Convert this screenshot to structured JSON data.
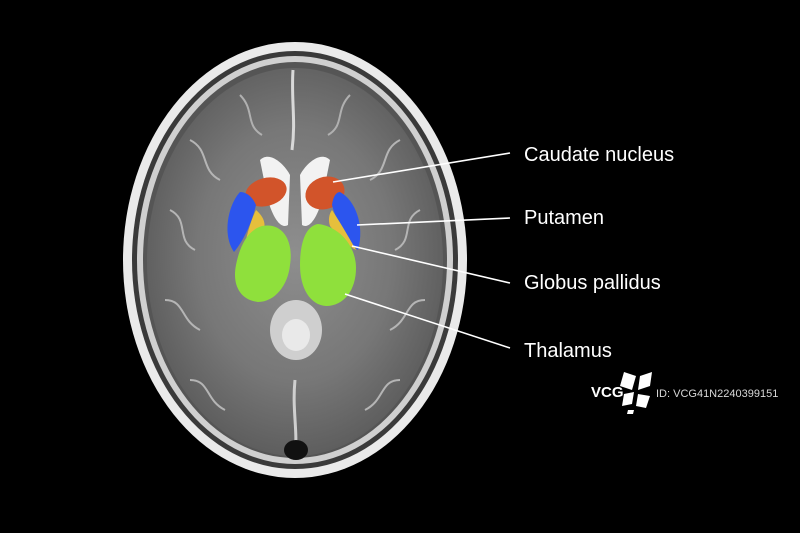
{
  "labels": {
    "caudate": "Caudate nucleus",
    "putamen": "Putamen",
    "globus": "Globus pallidus",
    "thalamus": "Thalamus"
  },
  "watermark": {
    "brand": "VCG",
    "id": "ID: VCG41N2240399151"
  },
  "colors": {
    "caudate": "#d2542a",
    "putamen": "#2c55ee",
    "globus": "#e6bf3c",
    "thalamus": "#8fe03c"
  }
}
